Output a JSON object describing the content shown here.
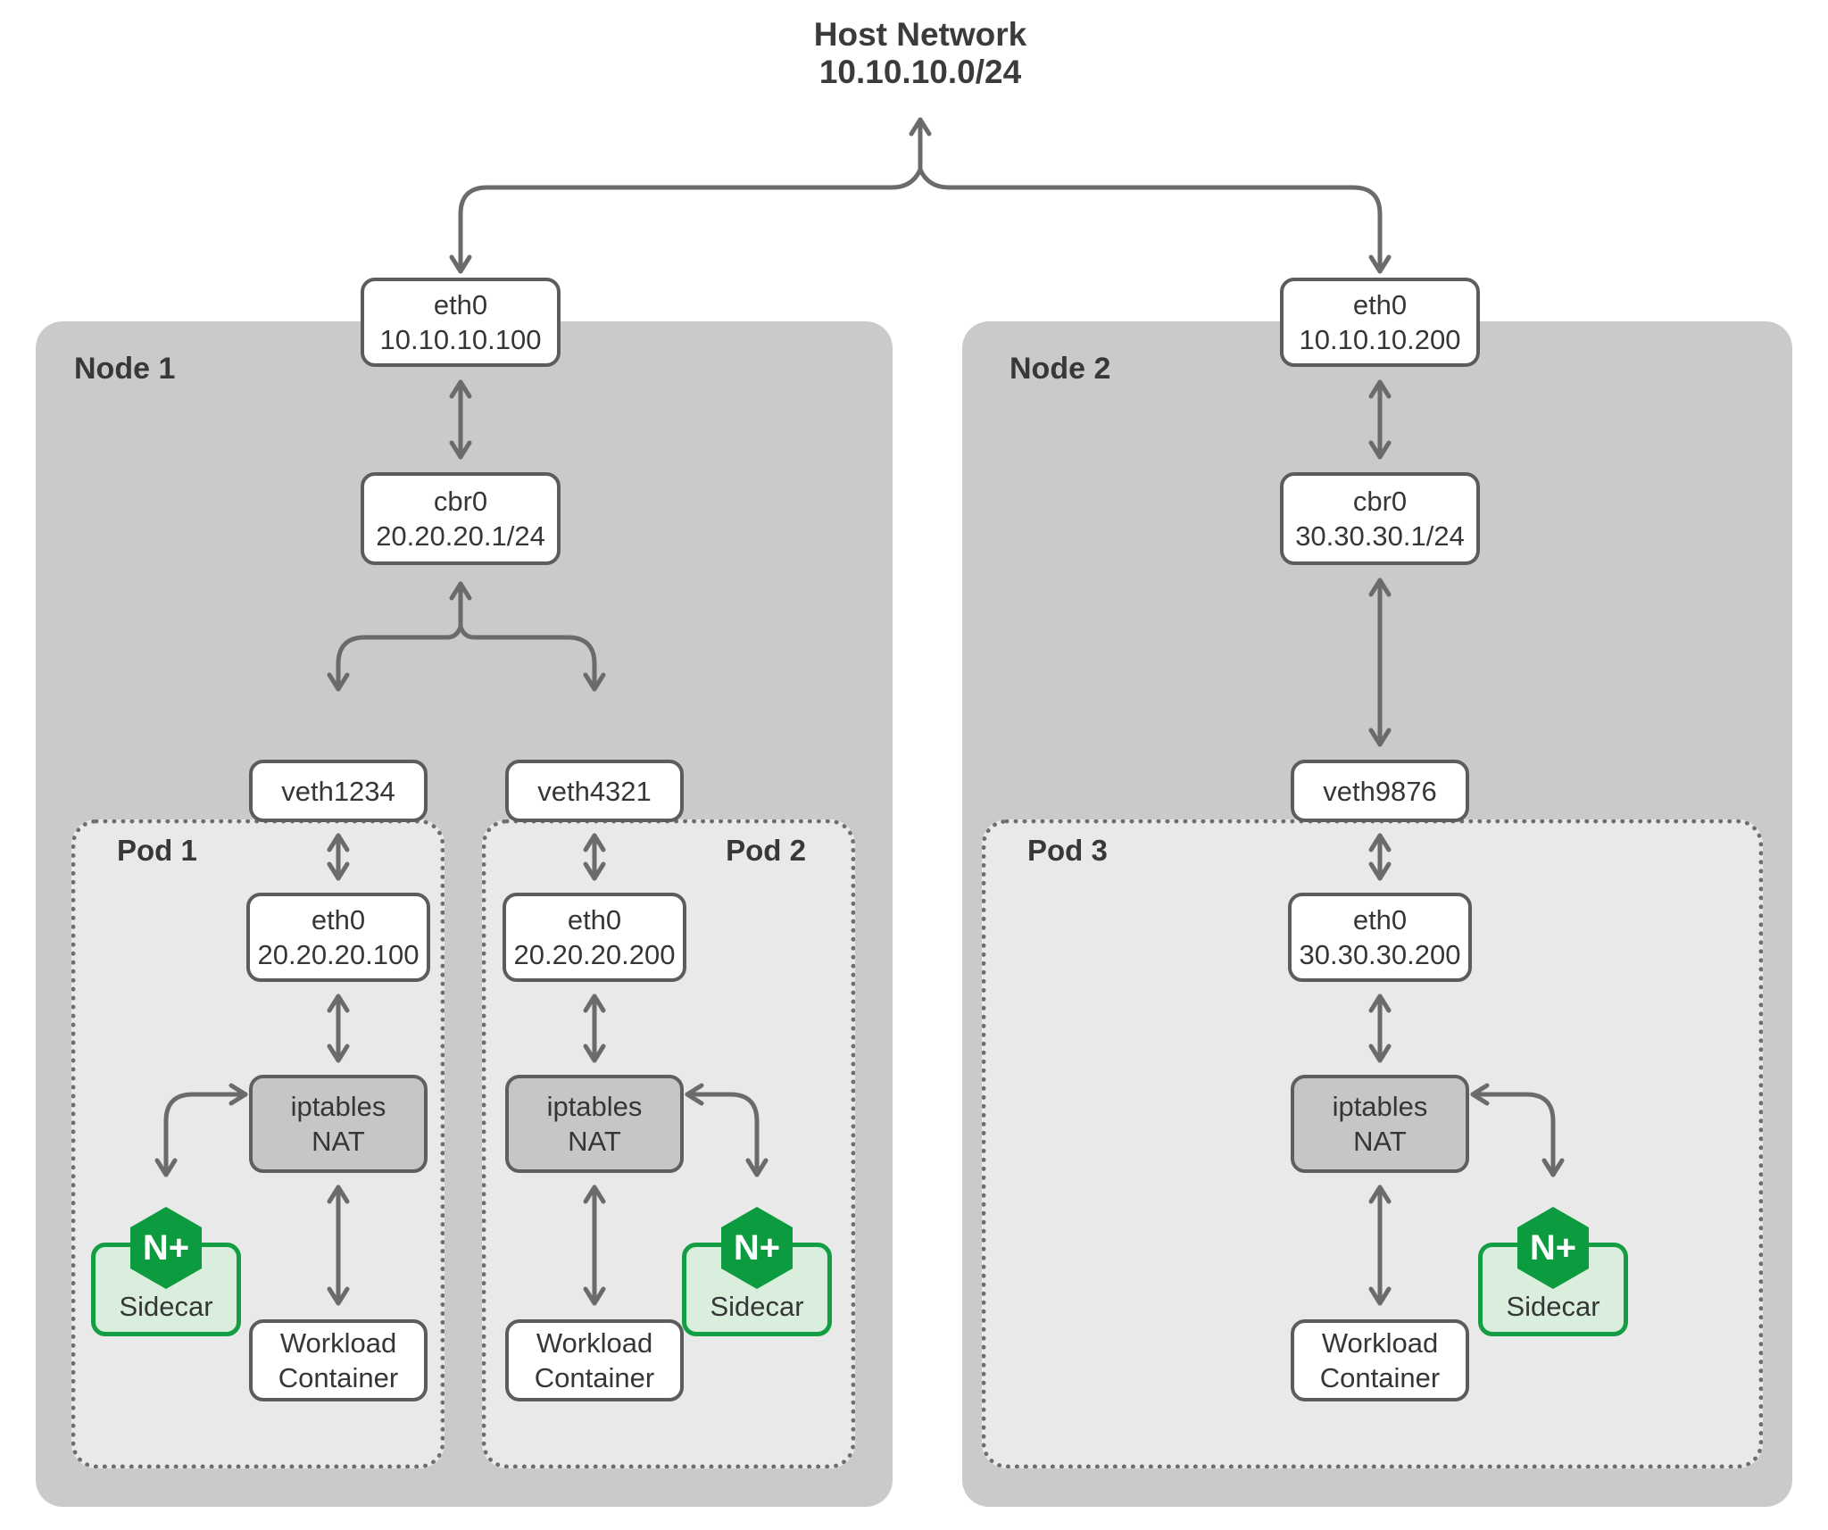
{
  "title": {
    "line1": "Host Network",
    "line2": "10.10.10.0/24"
  },
  "node1": {
    "label": "Node 1",
    "host_eth0": {
      "line1": "eth0",
      "line2": "10.10.10.100"
    },
    "bridge": {
      "line1": "cbr0",
      "line2": "20.20.20.1/24"
    },
    "veth_a": "veth1234",
    "veth_b": "veth4321",
    "pod1": {
      "label": "Pod 1",
      "eth0": {
        "line1": "eth0",
        "line2": "20.20.20.100"
      },
      "iptables": {
        "line1": "iptables",
        "line2": "NAT"
      },
      "sidecar": {
        "badge": "N+",
        "label": "Sidecar"
      },
      "workload": {
        "line1": "Workload",
        "line2": "Container"
      }
    },
    "pod2": {
      "label": "Pod 2",
      "eth0": {
        "line1": "eth0",
        "line2": "20.20.20.200"
      },
      "iptables": {
        "line1": "iptables",
        "line2": "NAT"
      },
      "sidecar": {
        "badge": "N+",
        "label": "Sidecar"
      },
      "workload": {
        "line1": "Workload",
        "line2": "Container"
      }
    }
  },
  "node2": {
    "label": "Node 2",
    "host_eth0": {
      "line1": "eth0",
      "line2": "10.10.10.200"
    },
    "bridge": {
      "line1": "cbr0",
      "line2": "30.30.30.1/24"
    },
    "veth_a": "veth9876",
    "pod3": {
      "label": "Pod 3",
      "eth0": {
        "line1": "eth0",
        "line2": "30.30.30.200"
      },
      "iptables": {
        "line1": "iptables",
        "line2": "NAT"
      },
      "sidecar": {
        "badge": "N+",
        "label": "Sidecar"
      },
      "workload": {
        "line1": "Workload",
        "line2": "Container"
      }
    }
  },
  "colors": {
    "node_bg": "#cacaca",
    "pod_bg": "#e9e9e9",
    "pod_dotted_border": "#6e6e6e",
    "box_border": "#5c5c5c",
    "box_text": "#363636",
    "iptables_bg": "#c6c6c6",
    "arrow": "#6b6b6b",
    "nginx_green": "#0d9b3f",
    "sidecar_bg": "#daeedd",
    "sidecar_border": "#149e43"
  }
}
